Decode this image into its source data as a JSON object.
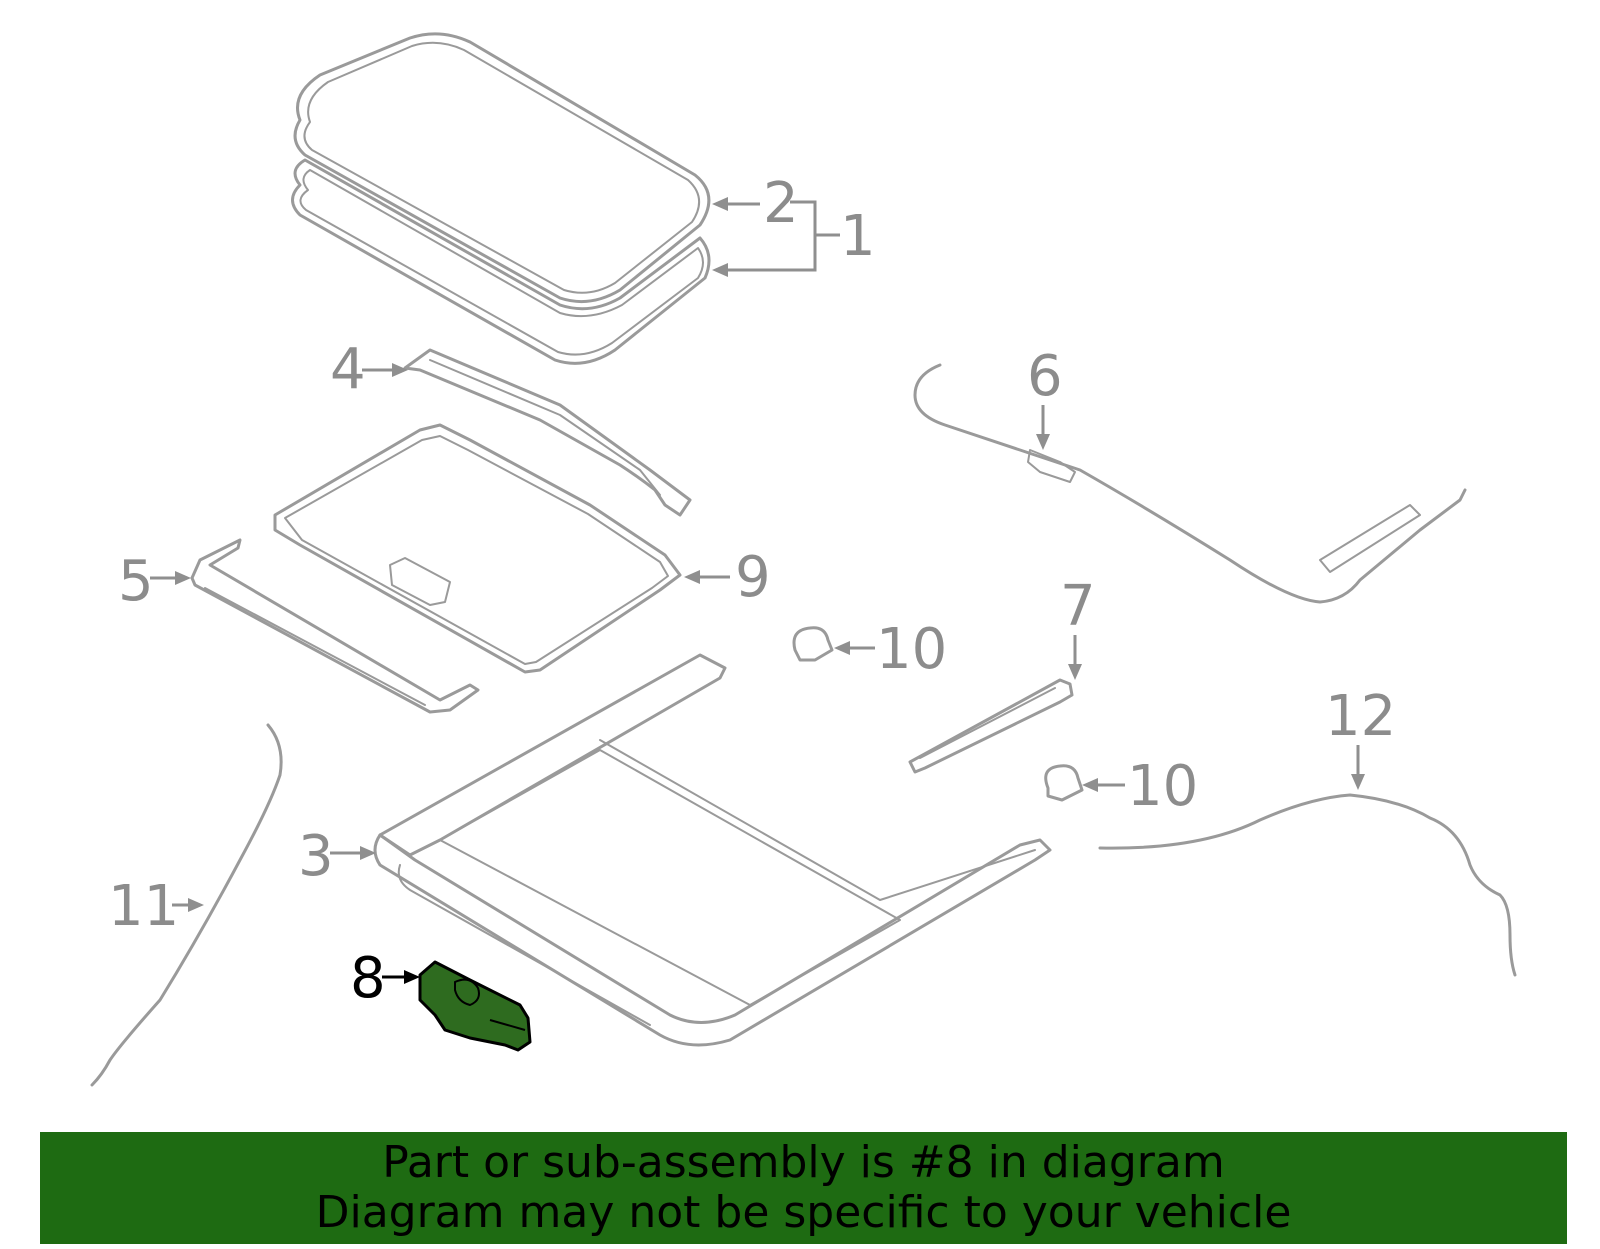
{
  "diagram": {
    "highlight_color": "#2e6b1f",
    "part_color": "#9a9a9a",
    "callouts": [
      {
        "id": "c1",
        "label": "1"
      },
      {
        "id": "c2",
        "label": "2"
      },
      {
        "id": "c3",
        "label": "3"
      },
      {
        "id": "c4",
        "label": "4"
      },
      {
        "id": "c5",
        "label": "5"
      },
      {
        "id": "c6",
        "label": "6"
      },
      {
        "id": "c7",
        "label": "7"
      },
      {
        "id": "c8",
        "label": "8",
        "highlighted": true
      },
      {
        "id": "c9",
        "label": "9"
      },
      {
        "id": "c10a",
        "label": "10"
      },
      {
        "id": "c10b",
        "label": "10"
      },
      {
        "id": "c11",
        "label": "11"
      },
      {
        "id": "c12",
        "label": "12"
      }
    ]
  },
  "banner": {
    "background": "#1e6b12",
    "line1": "Part or sub-assembly is #8 in diagram",
    "line2": "Diagram may not be specific to your vehicle"
  }
}
